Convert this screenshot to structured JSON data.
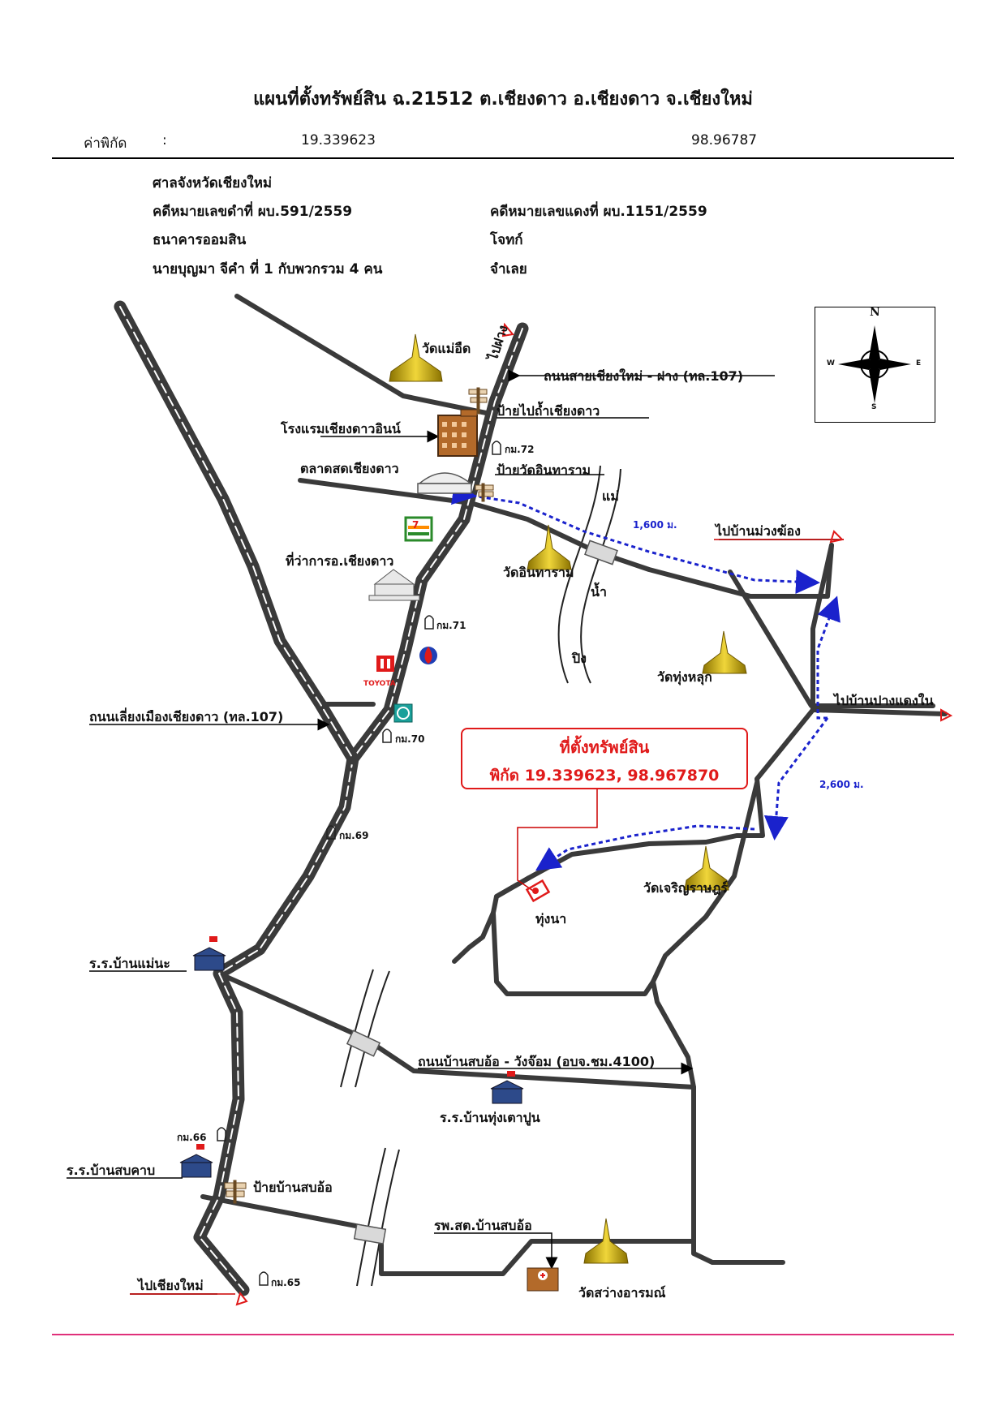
{
  "title": "แผนที่ตั้งทรัพย์สิน ฉ.21512 ต.เชียงดาว อ.เชียงดาว จ.เชียงใหม่",
  "coordinates": {
    "label": "ค่าพิกัด",
    "separator": ":",
    "lat": "19.339623",
    "lon": "98.96787"
  },
  "case_info": {
    "court": "ศาลจังหวัดเชียงใหม่",
    "black_case": "คดีหมายเลขดำที่ ผบ.591/2559",
    "red_case": "คดีหมายเลขแดงที่ ผบ.1151/2559",
    "plaintiff": "ธนาคารออมสิน",
    "plaintiff_role": "โจทก์",
    "defendant": "นายบุญมา จีคำ ที่ 1 กับพวกรวม 4 คน",
    "defendant_role": "จำเลย"
  },
  "property": {
    "title": "ที่ตั้งทรัพย์สิน",
    "coords": "พิกัด 19.339623, 98.967870",
    "site_label": "ทุ่งนา"
  },
  "compass": {
    "n": "N",
    "s": "S",
    "e": "E",
    "w": "W"
  },
  "labels": {
    "wat_mae_ued": "วัดแม่อืด",
    "to_fang": "ไปฝาง",
    "road_cm_fang": "ถนนสายเชียงใหม่ - ฝาง (ทล.107)",
    "sign_cave": "ป้ายไปถ้ำเชียงดาว",
    "hotel": "โรงแรมเชียงดาวอินน์",
    "km72": "กม.72",
    "market": "ตลาดสดเชียงดาว",
    "sign_wat_inthararam": "ป้ายวัดอินทาราม",
    "river_mae": "แม่",
    "river_nam": "น้ำ",
    "river_ping": "ปิง",
    "dist_1600": "1,600 ม.",
    "to_muang_chong": "ไปบ้านม่วงฆ้อง",
    "wat_inthararam": "วัดอินทาราม",
    "district_office": "ที่ว่าการอ.เชียงดาว",
    "km71": "กม.71",
    "wat_thung_luk": "วัดทุ่งหลุก",
    "to_pang_daeng": "ไปบ้านปางแดงใน",
    "bypass": "ถนนเลี่ยงเมืองเชียงดาว (ทล.107)",
    "km70": "กม.70",
    "toyota": "TOYOTA",
    "seven": "7",
    "dist_2600": "2,600 ม.",
    "km69": "กม.69",
    "wat_charoen": "วัดเจริญราษฎร์",
    "school_mae_na": "ร.ร.บ้านแม่นะ",
    "school_thung_tao": "ร.ร.บ้านทุ่งเตาปูน",
    "km66": "กม.66",
    "road_sop_o": "ถนนบ้านสบอ้อ - วังจ๊อม (อบจ.ชม.4100)",
    "school_sop_khap": "ร.ร.บ้านสบคาบ",
    "sign_sop_o": "ป้ายบ้านสบอ้อ",
    "hospital": "รพ.สต.บ้านสบอ้อ",
    "to_chiang_mai": "ไปเชียงใหม่",
    "km65": "กม.65",
    "wat_sawang": "วัดสว่างอารมณ์"
  },
  "colors": {
    "road": "#3a3a3a",
    "route": "#1a22cc",
    "property": "#e01a1a",
    "footer_line": "#e0307a",
    "temple_gold": "#c9a800"
  }
}
